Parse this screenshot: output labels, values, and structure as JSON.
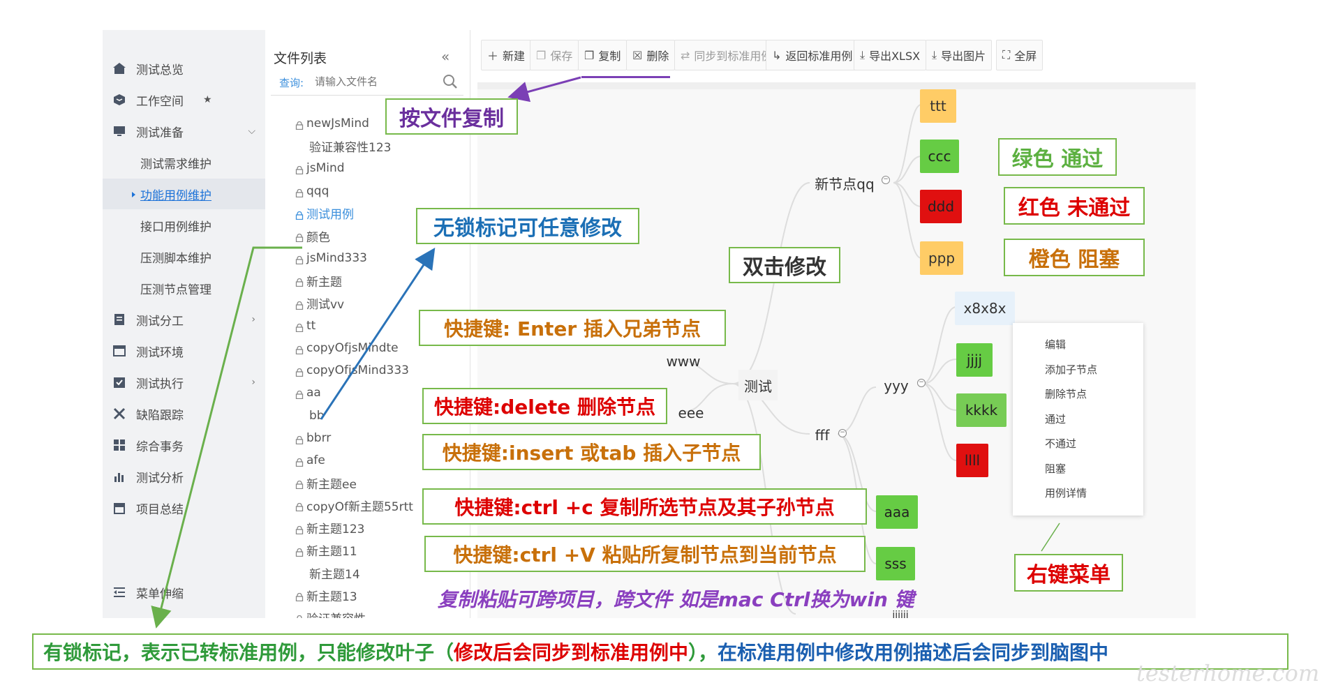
{
  "nav": {
    "items": [
      {
        "label": "测试总览",
        "icon": "home-icon"
      },
      {
        "label": "工作空间",
        "icon": "cube-icon"
      },
      {
        "label": "测试准备",
        "icon": "monitor-icon"
      },
      {
        "label": "测试分工",
        "icon": "doc-icon"
      },
      {
        "label": "测试环境",
        "icon": "window-icon"
      },
      {
        "label": "测试执行",
        "icon": "check-icon"
      },
      {
        "label": "缺陷跟踪",
        "icon": "tools-icon"
      },
      {
        "label": "综合事务",
        "icon": "grid-icon"
      },
      {
        "label": "测试分析",
        "icon": "bar-chart-icon"
      },
      {
        "label": "项目总结",
        "icon": "archive-icon"
      }
    ],
    "subitems": [
      "测试需求维护",
      "功能用例维护",
      "接口用例维护",
      "压测脚本维护",
      "压测节点管理"
    ],
    "collapse_label": "菜单伸缩"
  },
  "files": {
    "title": "文件列表",
    "search_label": "查询:",
    "search_placeholder": "请输入文件名",
    "items": [
      {
        "name": "newJsMind",
        "locked": true
      },
      {
        "name": "验证兼容性123",
        "locked": false
      },
      {
        "name": "jsMind",
        "locked": true
      },
      {
        "name": "qqq",
        "locked": true
      },
      {
        "name": "测试用例",
        "locked": true,
        "selected": true
      },
      {
        "name": "颜色",
        "locked": true
      },
      {
        "name": "jsMind333",
        "locked": true
      },
      {
        "name": "新主题",
        "locked": true
      },
      {
        "name": "测试vv",
        "locked": true
      },
      {
        "name": "tt",
        "locked": true
      },
      {
        "name": "copyOfjsMindte",
        "locked": true
      },
      {
        "name": "copyOfjsMind333",
        "locked": true
      },
      {
        "name": "aa",
        "locked": true
      },
      {
        "name": "bb",
        "locked": false
      },
      {
        "name": "bbrr",
        "locked": true
      },
      {
        "name": "afe",
        "locked": true
      },
      {
        "name": "新主题ee",
        "locked": true
      },
      {
        "name": "copyOf新主题55rtt",
        "locked": true
      },
      {
        "name": "新主题123",
        "locked": true
      },
      {
        "name": "新主题11",
        "locked": true
      },
      {
        "name": "新主题14",
        "locked": false
      },
      {
        "name": "新主题13",
        "locked": true
      },
      {
        "name": "验证兼容性",
        "locked": true
      }
    ]
  },
  "toolbar": {
    "new": "新建",
    "save": "保存",
    "copy": "复制",
    "delete": "删除",
    "sync": "同步到标准用例",
    "back": "返回标准用例",
    "export_xlsx": "导出XLSX",
    "export_img": "导出图片",
    "fullscreen": "全屏"
  },
  "mindmap": {
    "root": "测试",
    "n_www": "www",
    "n_eee": "eee",
    "n_newqq": "新节点qq",
    "n_fff": "fff",
    "n_yyy": "yyy",
    "n_ttt": "ttt",
    "n_ccc": "ccc",
    "n_ddd": "ddd",
    "n_ppp": "ppp",
    "n_x8x8x": "x8x8x",
    "n_jjjj": "jjjj",
    "n_kkkk": "kkkk",
    "n_llll": "llll",
    "n_aaa": "aaa",
    "n_sss": "sss",
    "n_partial": "iiiiii"
  },
  "context_menu": [
    "编辑",
    "添加子节点",
    "删除节点",
    "通过",
    "不通过",
    "阻塞",
    "用例详情"
  ],
  "annotations": {
    "copy_by_file": "按文件复制",
    "no_lock": "无锁标记可任意修改",
    "dblclick": "双击修改",
    "green_pass": "绿色 通过",
    "red_fail": "红色 未通过",
    "orange_block": "橙色 阻塞",
    "enter": "快捷键: Enter  插入兄弟节点",
    "delete": "快捷键:delete 删除节点",
    "insert": "快捷键:insert 或tab 插入子节点",
    "ctrlc": "快捷键:ctrl +c  复制所选节点及其子孙节点",
    "ctrlv": "快捷键:ctrl +V 粘贴所复制节点到当前节点",
    "right_menu": "右键菜单",
    "cross_project": "复制粘贴可跨项目，跨文件  如是mac Ctrl换为win 键",
    "bottom_1": "有锁标记，表示已转标准用例，只能修改叶子（",
    "bottom_2": "修改后会同步到标准用例中",
    "bottom_3": "），",
    "bottom_4": "在标准用例中修改用例描述后会同步到脑图中",
    "watermark": "testerhome.com"
  },
  "colors": {
    "accent": "#1e88e5",
    "pass": "#66cc44",
    "fail": "#e01010",
    "blocked": "#ffcc66",
    "annotation_border": "#77b94a"
  }
}
